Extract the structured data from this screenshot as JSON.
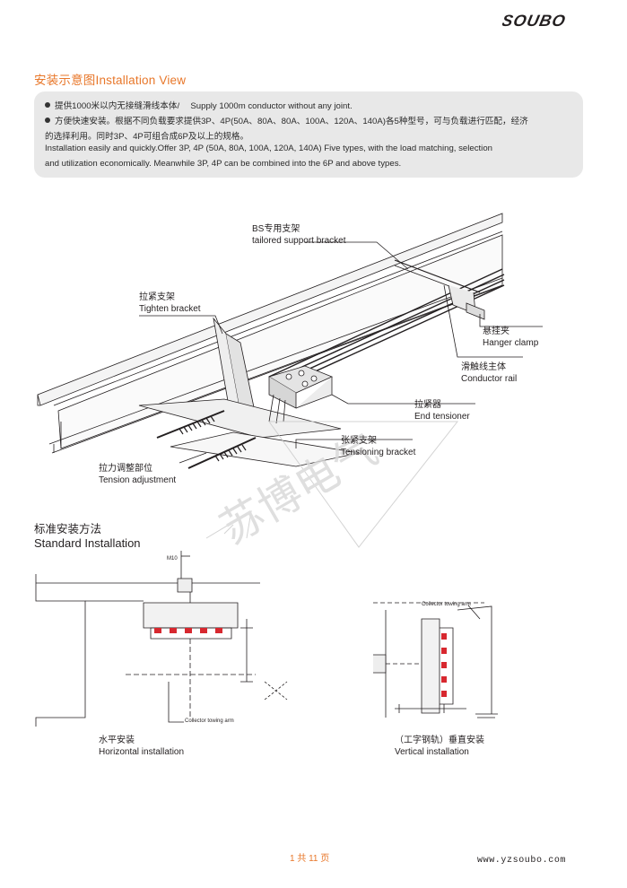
{
  "brand": {
    "logo_text": "SOUBO"
  },
  "section": {
    "title": "安装示意图Installation View"
  },
  "info": {
    "line1": "提供1000米以内无接缝滑线本体/　 Supply 1000m conductor without any joint.",
    "line2": "方便快速安装。根据不同负载要求提供3P、4P(50A、80A、80A、100A、120A、140A)各5种型号，可与负载进行匹配，经济",
    "line3": "的选择利用。同时3P、4P可组合成6P及以上的规格。",
    "line4": "Installation easily and quickly.Offer 3P, 4P (50A, 80A, 100A, 120A, 140A) Five types, with the load matching, selection",
    "line5": "and utilization economically. Meanwhile 3P, 4P can be combined into the 6P and above types."
  },
  "labels": {
    "bs_zh": "BS专用支架",
    "bs_en": "tailored support bracket",
    "tighten_zh": "拉紧支架",
    "tighten_en": "Tighten bracket",
    "hanger_zh": "悬挂夹",
    "hanger_en": "Hanger clamp",
    "rail_zh": "滑触线主体",
    "rail_en": "Conductor rail",
    "end_zh": "拉紧器",
    "end_en": "End tensioner",
    "tbracket_zh": "张紧支架",
    "tbracket_en": "Tensioning bracket",
    "tension_zh": "拉力调整部位",
    "tension_en": "Tension adjustment"
  },
  "standard": {
    "title_zh": "标准安装方法",
    "title_en": "Standard Installation",
    "m_label": "M10",
    "collector_arm": "Collector towing arm",
    "collector_arm_v": "Collector towing arm",
    "horizontal_zh": "水平安装",
    "horizontal_en": "Horizontal installation",
    "vertical_zh": "（工字钢轨）垂直安装",
    "vertical_en": "Vertical installation"
  },
  "footer": {
    "page": "1 共 11 页",
    "url": "www.yzsoubo.com"
  },
  "watermark": "苏博电气",
  "colors": {
    "accent": "#e8772a",
    "box": "#e8e8e8",
    "contact_red": "#d7282f"
  }
}
